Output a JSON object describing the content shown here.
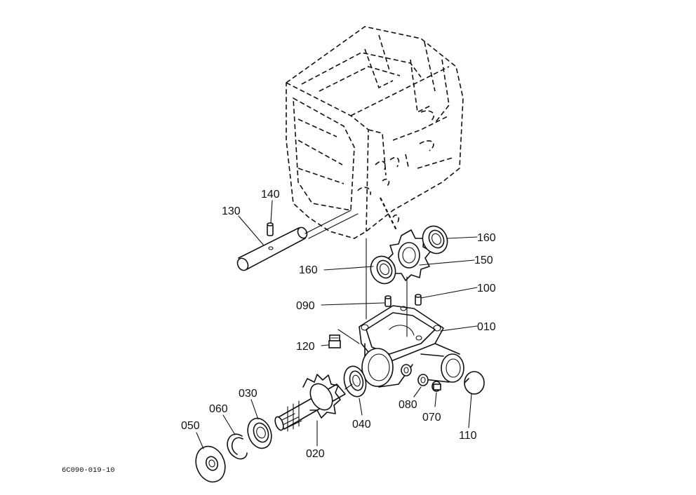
{
  "labels": {
    "p010": "010",
    "p020": "020",
    "p030": "030",
    "p040": "040",
    "p050": "050",
    "p060": "060",
    "p070": "070",
    "p080": "080",
    "p090": "090",
    "p100": "100",
    "p110": "110",
    "p120": "120",
    "p130": "130",
    "p140": "140",
    "p150": "150",
    "p160a": "160",
    "p160b": "160"
  },
  "drawing_code": "6C090-019-10"
}
